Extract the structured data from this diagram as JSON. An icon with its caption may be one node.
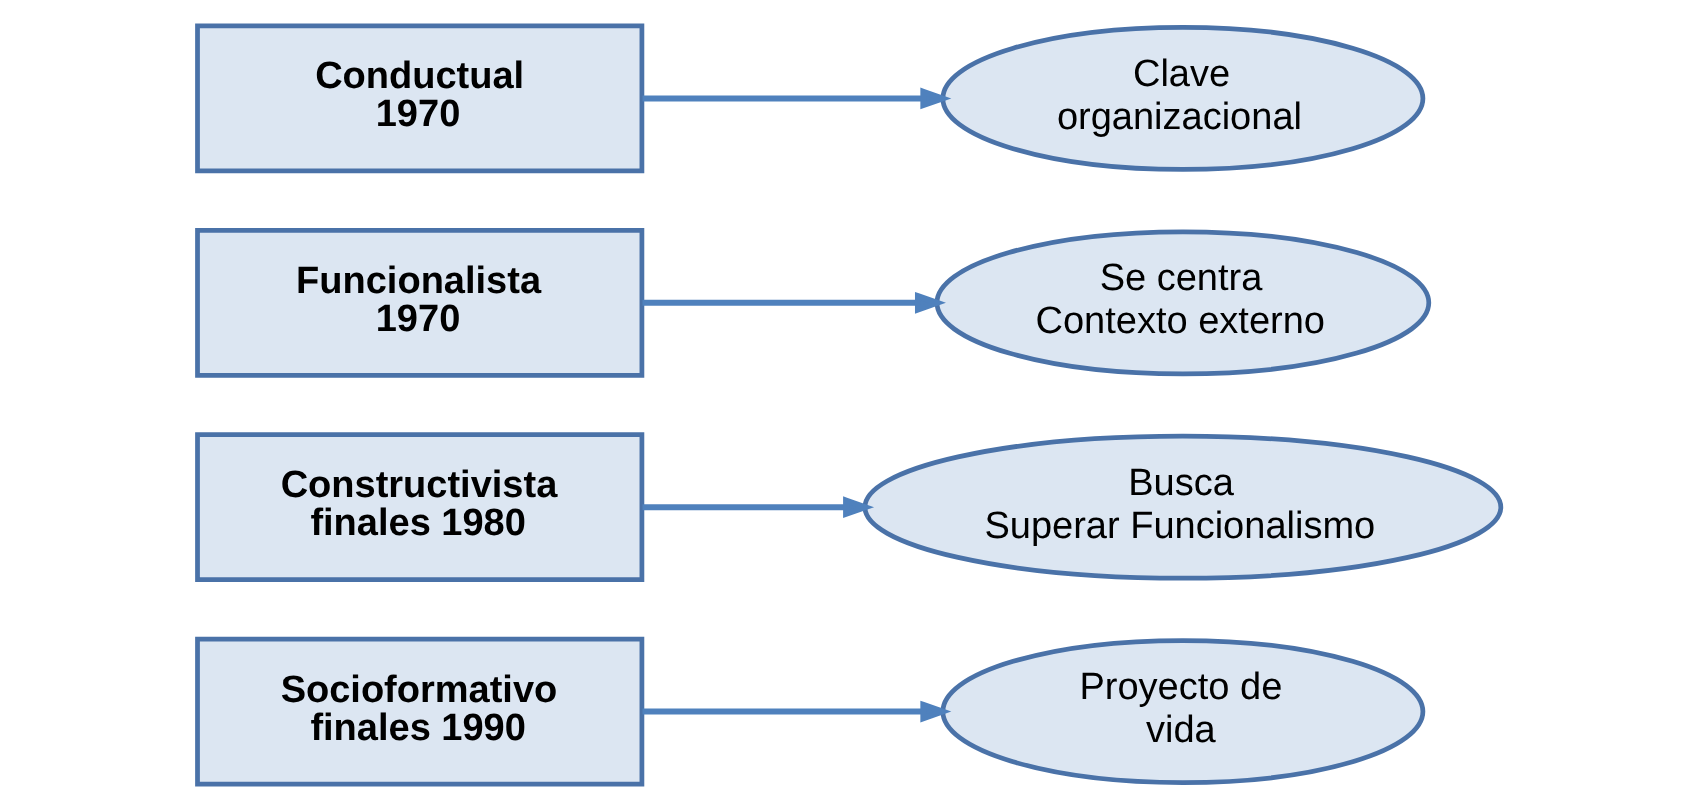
{
  "diagram": {
    "nodes": [
      {
        "text": [
          "Conductual 1970"
        ]
      },
      {
        "text": [
          "Clave organizacional"
        ]
      },
      {
        "text": [
          "Funcionalista 1970"
        ]
      },
      {
        "text": [
          "Se centra Contexto externo"
        ]
      },
      {
        "text": [
          "Constructivista finales 1980"
        ]
      },
      {
        "text": [
          "Busca Superar Funcionalismo"
        ]
      },
      {
        "text": [
          "Socioformativo finales 1990"
        ]
      },
      {
        "text": [
          "Proyecto de vida"
        ]
      }
    ],
    "edges": [
      {
        "from": 0,
        "to": 1,
        "arrow": "to"
      },
      {
        "from": 2,
        "to": 3,
        "arrow": "to"
      },
      {
        "from": 4,
        "to": 5,
        "arrow": "to"
      },
      {
        "from": 6,
        "to": 7,
        "arrow": "to"
      }
    ]
  }
}
